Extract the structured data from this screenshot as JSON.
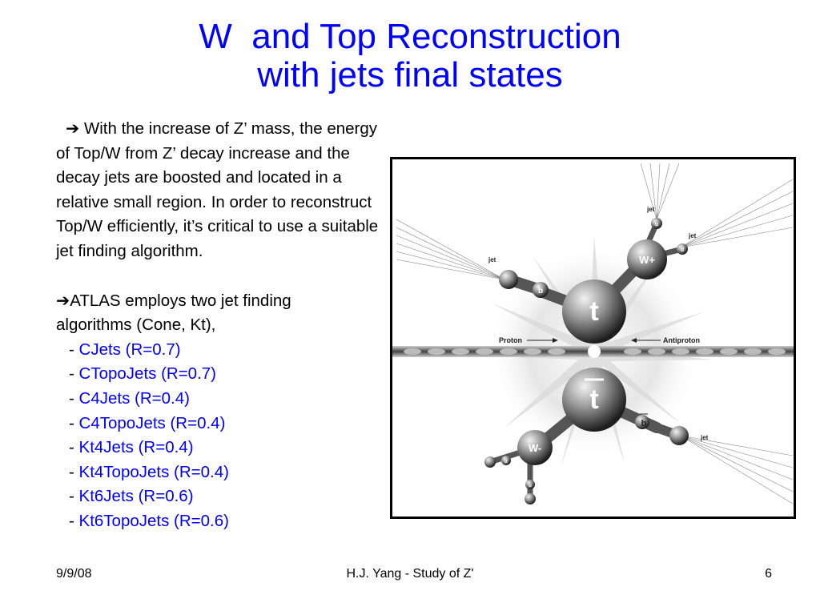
{
  "title": {
    "line1": "W  and Top Reconstruction",
    "line2": "with jets final states"
  },
  "body": {
    "arrow_glyph": "➔",
    "para1": "With the increase of Z’ mass, the energy of Top/W from Z’ decay increase and the decay jets are boosted and located in a relative small region. In order to reconstruct Top/W efficiently, it’s critical to use a suitable jet finding algorithm.",
    "para2_line1": "ATLAS employs two jet finding",
    "para2_line2": "algorithms (Cone, Kt),",
    "algorithms": [
      "CJets (R=0.7)",
      "CTopoJets (R=0.7)",
      "C4Jets (R=0.4)",
      "C4TopoJets (R=0.4)",
      "Kt4Jets (R=0.4)",
      "Kt4TopoJets (R=0.4)",
      "Kt6Jets (R=0.6)",
      "Kt6TopoJets (R=0.6)"
    ]
  },
  "figure": {
    "labels": {
      "top": "t",
      "antitop": "t",
      "wplus": "W+",
      "wminus": "W-",
      "b": "b",
      "bbar": "b",
      "u": "u",
      "d": "d",
      "dbar": "d",
      "ubar": "u",
      "proton": "Proton",
      "antiproton": "Antiproton",
      "jet": "jet"
    }
  },
  "footer": {
    "date": "9/9/08",
    "center": "H.J. Yang - Study of Z'",
    "page": "6"
  }
}
